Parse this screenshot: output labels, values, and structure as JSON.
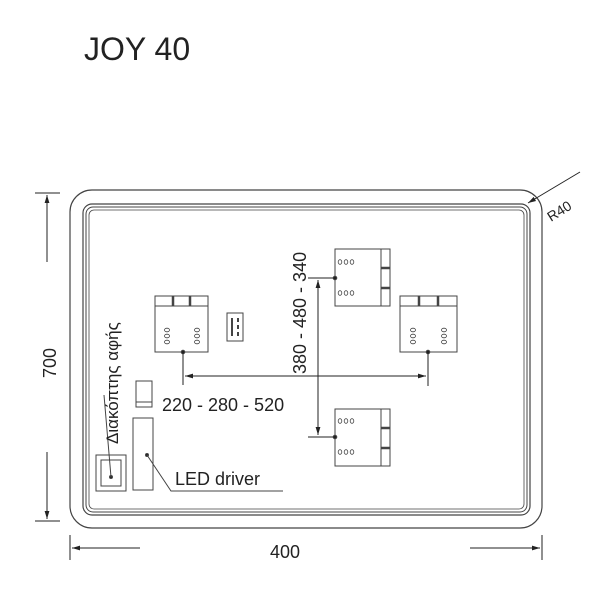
{
  "title": "JOY 40",
  "dimensions": {
    "height": "700",
    "width": "400",
    "radius": "R40",
    "vertical_spacing": "380 - 480 - 340",
    "horizontal_spacing": "220 - 280 - 520"
  },
  "labels": {
    "switch": "Διακόπτης αφής",
    "driver": "LED driver"
  },
  "colors": {
    "line": "#333333"
  }
}
